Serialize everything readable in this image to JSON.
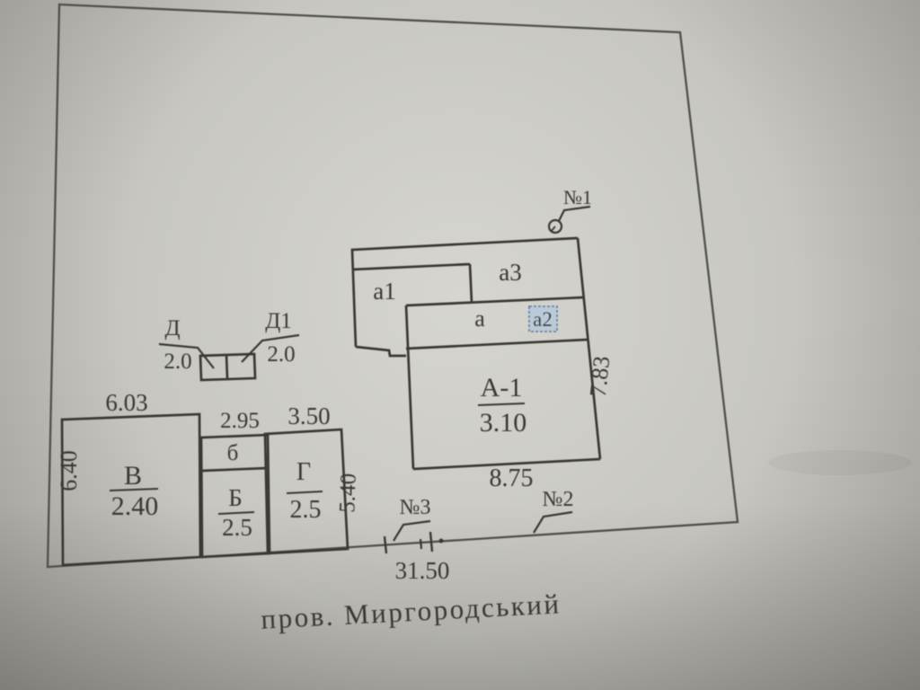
{
  "street": {
    "name_label": "пров. Миргородський"
  },
  "markers": {
    "m1": "№1",
    "m2": "№2",
    "m3": "№3"
  },
  "frontage": {
    "length": "31.50"
  },
  "main_building": {
    "name": "А-1",
    "area_value": "3.10",
    "width_dim": "8.75",
    "depth_dim": "7.83",
    "annex_a": "а",
    "annex_a1": "а1",
    "annex_a2": "а2",
    "annex_a3": "а3"
  },
  "building_v": {
    "name": "В",
    "area_value": "2.40",
    "width_dim": "6.03",
    "depth_dim": "6.40"
  },
  "building_b": {
    "name": "Б",
    "area_value": "2.5",
    "annex": "б",
    "width_dim": "2.95"
  },
  "building_g": {
    "name": "Г",
    "area_value": "2.5",
    "width_dim": "3.50",
    "depth_dim": "5.40"
  },
  "shed_d": {
    "name": "Д",
    "area_value": "2.0"
  },
  "shed_d1": {
    "name": "Д1",
    "area_value": "2.0"
  },
  "colors": {
    "ink": "#3b3834",
    "boundary_ink": "#514f4a",
    "highlight_fill": "#b9c9d8",
    "highlight_stroke": "#4a6f9e",
    "highlight_text": "#22303f",
    "paper_light": "#d6d5d0",
    "paper_mid": "#c7c6c1",
    "paper_dark": "#96958f"
  }
}
